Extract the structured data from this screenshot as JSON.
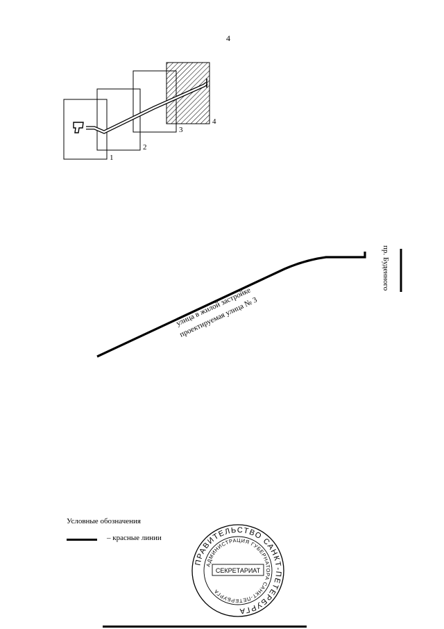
{
  "page": {
    "number": "4"
  },
  "index_map": {
    "sheets": [
      {
        "label": "1"
      },
      {
        "label": "2"
      },
      {
        "label": "3"
      },
      {
        "label": "4"
      }
    ]
  },
  "map": {
    "street_line_1": "улица в жилой застройке",
    "street_line_2": "проектируемая улица № 3",
    "avenue": "пр. Буденного"
  },
  "legend": {
    "title": "Условные обозначения",
    "red_lines": "– красные линии"
  },
  "seal": {
    "outer_ring": "ПРАВИТЕЛЬСТВО САНКТ-ПЕТЕРБУРГА",
    "inner_ring": "АДМИНИСТРАЦИЯ ГУБЕРНАТОРА САНКТ-ПЕТЕРБУРГА",
    "center": "СЕКРЕТАРИАТ"
  },
  "colors": {
    "ink": "#000000",
    "paper": "#ffffff"
  }
}
